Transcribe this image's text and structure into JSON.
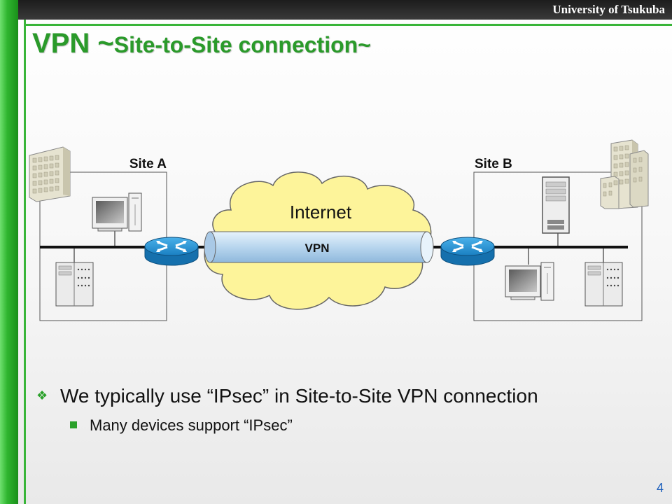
{
  "header": {
    "institution": "University of Tsukuba"
  },
  "slide": {
    "title_main": "VPN ~",
    "title_sub": "Site-to-Site connection~",
    "page_number": "4"
  },
  "diagram": {
    "site_a_label": "Site A",
    "site_b_label": "Site B",
    "cloud_label": "Internet",
    "tunnel_label": "VPN",
    "colors": {
      "cloud": "#fdf49a",
      "tunnel": "#bcd9f0",
      "router": "#1f8fd0",
      "accent": "#2aa02a"
    }
  },
  "bullets": {
    "main": "We typically use “IPsec” in Site-to-Site VPN connection",
    "sub": "Many devices support “IPsec”"
  }
}
